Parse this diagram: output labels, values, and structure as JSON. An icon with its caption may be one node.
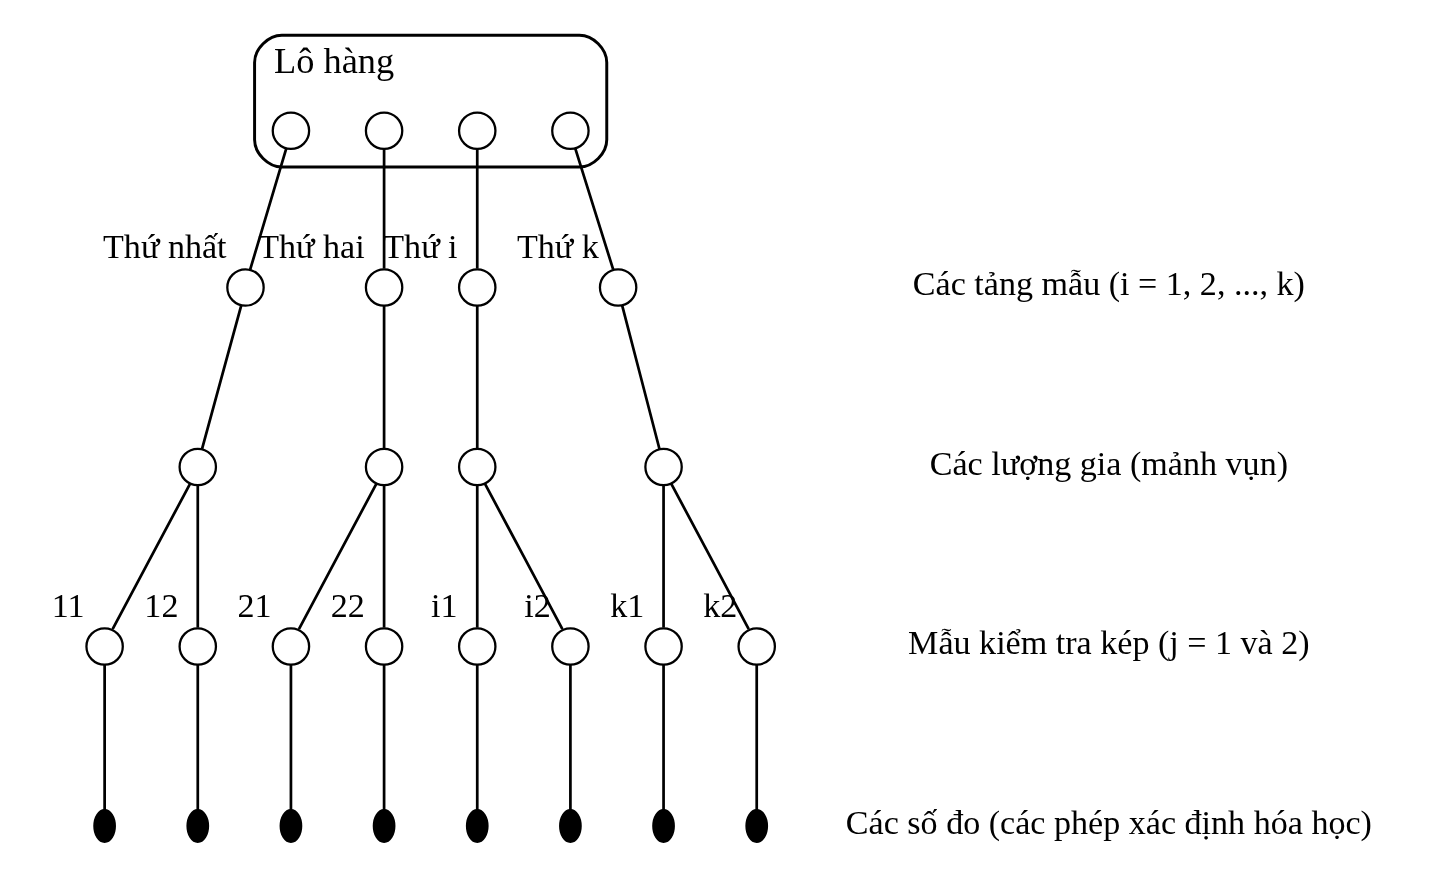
{
  "diagram": {
    "nodes": [
      {
        "text": [
          "Lô hàng"
        ]
      },
      {
        "text": [],
        "shape": "circle",
        "in": 0
      },
      {
        "text": [],
        "shape": "circle",
        "in": 0
      },
      {
        "text": [],
        "shape": "circle",
        "in": 0
      },
      {
        "text": [],
        "shape": "circle",
        "in": 0
      },
      {
        "text": [],
        "shape": "circle",
        "beside": [
          "Thứ nhất"
        ]
      },
      {
        "text": [],
        "shape": "circle",
        "beside": [
          "Thứ hai"
        ]
      },
      {
        "text": [],
        "shape": "circle",
        "beside": [
          "Thứ i"
        ]
      },
      {
        "text": [],
        "shape": "circle",
        "beside": [
          "Thứ k"
        ]
      },
      {
        "text": [],
        "shape": "circle"
      },
      {
        "text": [],
        "shape": "circle"
      },
      {
        "text": [],
        "shape": "circle"
      },
      {
        "text": [],
        "shape": "circle"
      },
      {
        "text": [],
        "shape": "circle",
        "beside": [
          "11"
        ]
      },
      {
        "text": [],
        "shape": "circle",
        "beside": [
          "12"
        ]
      },
      {
        "text": [],
        "shape": "circle",
        "beside": [
          "21"
        ]
      },
      {
        "text": [],
        "shape": "circle",
        "beside": [
          "22"
        ]
      },
      {
        "text": [],
        "shape": "circle",
        "beside": [
          "i1"
        ]
      },
      {
        "text": [],
        "shape": "circle",
        "beside": [
          "i2"
        ]
      },
      {
        "text": [],
        "shape": "circle",
        "beside": [
          "k1"
        ]
      },
      {
        "text": [],
        "shape": "circle",
        "beside": [
          "k2"
        ]
      },
      {
        "text": [],
        "shape": "dot"
      },
      {
        "text": [],
        "shape": "dot"
      },
      {
        "text": [],
        "shape": "dot"
      },
      {
        "text": [],
        "shape": "dot"
      },
      {
        "text": [],
        "shape": "dot"
      },
      {
        "text": [],
        "shape": "dot"
      },
      {
        "text": [],
        "shape": "dot"
      },
      {
        "text": [],
        "shape": "dot"
      }
    ],
    "edges": [
      {
        "from": 1,
        "to": 5,
        "arrow": "none"
      },
      {
        "from": 2,
        "to": 6,
        "arrow": "none"
      },
      {
        "from": 3,
        "to": 7,
        "arrow": "none"
      },
      {
        "from": 4,
        "to": 8,
        "arrow": "none"
      },
      {
        "from": 5,
        "to": 9,
        "arrow": "none"
      },
      {
        "from": 6,
        "to": 10,
        "arrow": "none"
      },
      {
        "from": 7,
        "to": 11,
        "arrow": "none"
      },
      {
        "from": 8,
        "to": 12,
        "arrow": "none"
      },
      {
        "from": 9,
        "to": 13,
        "arrow": "none"
      },
      {
        "from": 9,
        "to": 14,
        "arrow": "none"
      },
      {
        "from": 10,
        "to": 15,
        "arrow": "none"
      },
      {
        "from": 10,
        "to": 16,
        "arrow": "none"
      },
      {
        "from": 11,
        "to": 17,
        "arrow": "none"
      },
      {
        "from": 11,
        "to": 18,
        "arrow": "none"
      },
      {
        "from": 12,
        "to": 19,
        "arrow": "none"
      },
      {
        "from": 12,
        "to": 20,
        "arrow": "none"
      },
      {
        "from": 13,
        "to": 21,
        "arrow": "none"
      },
      {
        "from": 14,
        "to": 22,
        "arrow": "none"
      },
      {
        "from": 15,
        "to": 23,
        "arrow": "none"
      },
      {
        "from": 16,
        "to": 24,
        "arrow": "none"
      },
      {
        "from": 17,
        "to": 25,
        "arrow": "none"
      },
      {
        "from": 18,
        "to": 26,
        "arrow": "none"
      },
      {
        "from": 19,
        "to": 27,
        "arrow": "none"
      },
      {
        "from": 20,
        "to": 28,
        "arrow": "none"
      }
    ],
    "labels": [
      "Các tảng mẫu (i = 1, 2, ..., k)",
      "Các lượng gia (mảnh vụn)",
      "Mẫu kiểm tra kép (j = 1 và 2)",
      "Các số đo (các phép xác định hóa học)"
    ]
  }
}
